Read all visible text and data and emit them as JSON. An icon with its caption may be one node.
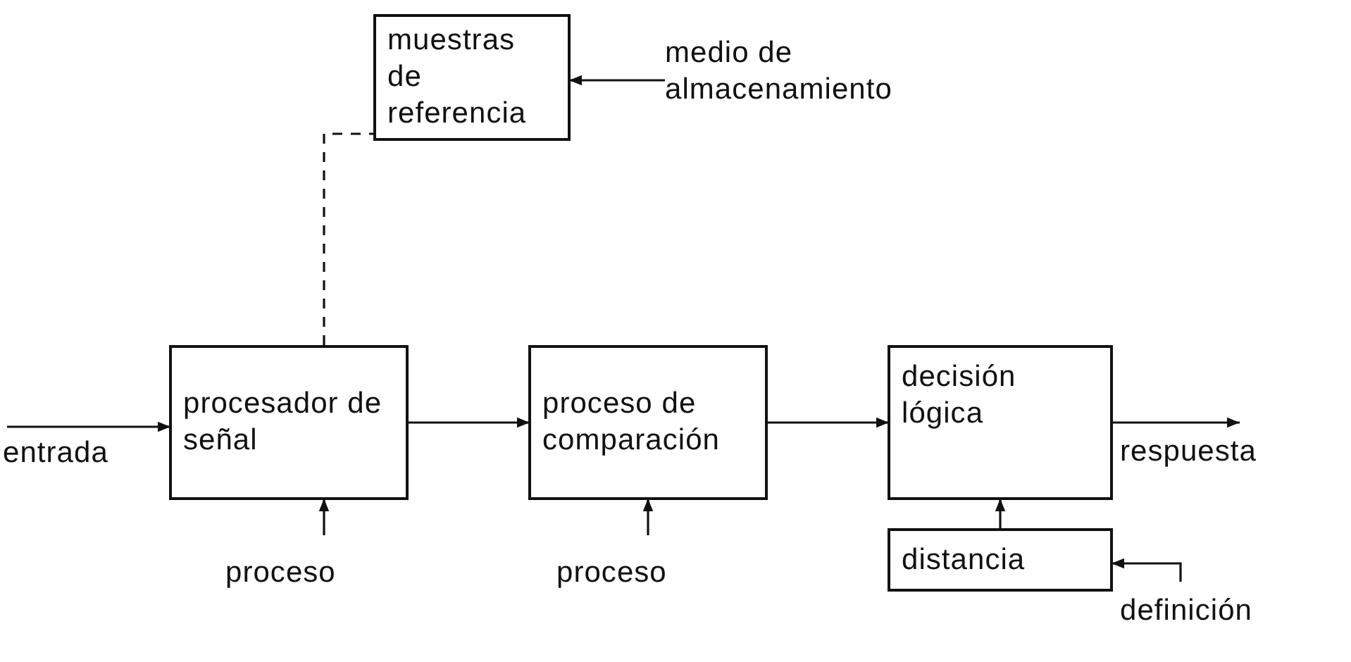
{
  "diagram": {
    "nodes": [
      {
        "text": [
          "muestras de referencia"
        ]
      },
      {
        "text": [
          "medio de almacenamiento"
        ]
      },
      {
        "text": [
          "procesador de señal"
        ]
      },
      {
        "text": [
          "proceso de comparación"
        ]
      },
      {
        "text": [
          "decisión lógica"
        ]
      },
      {
        "text": [
          "entrada"
        ]
      },
      {
        "text": [
          "respuesta"
        ]
      },
      {
        "text": [
          "proceso"
        ]
      },
      {
        "text": [
          "proceso"
        ]
      },
      {
        "text": [
          "distancia"
        ]
      },
      {
        "text": [
          "definición"
        ]
      }
    ],
    "edges": [
      {
        "from": 1,
        "to": 0,
        "arrow": "to"
      },
      {
        "from": 2,
        "to": 0,
        "arrow": "none",
        "style": "dashed"
      },
      {
        "from": 5,
        "to": 2,
        "arrow": "to"
      },
      {
        "from": 2,
        "to": 3,
        "arrow": "to"
      },
      {
        "from": 3,
        "to": 4,
        "arrow": "to"
      },
      {
        "from": 4,
        "to": 6,
        "arrow": "to"
      },
      {
        "from": 7,
        "to": 2,
        "arrow": "to"
      },
      {
        "from": 8,
        "to": 3,
        "arrow": "to"
      },
      {
        "from": 9,
        "to": 4,
        "arrow": "to"
      },
      {
        "from": 10,
        "to": 9,
        "arrow": "to"
      }
    ]
  }
}
